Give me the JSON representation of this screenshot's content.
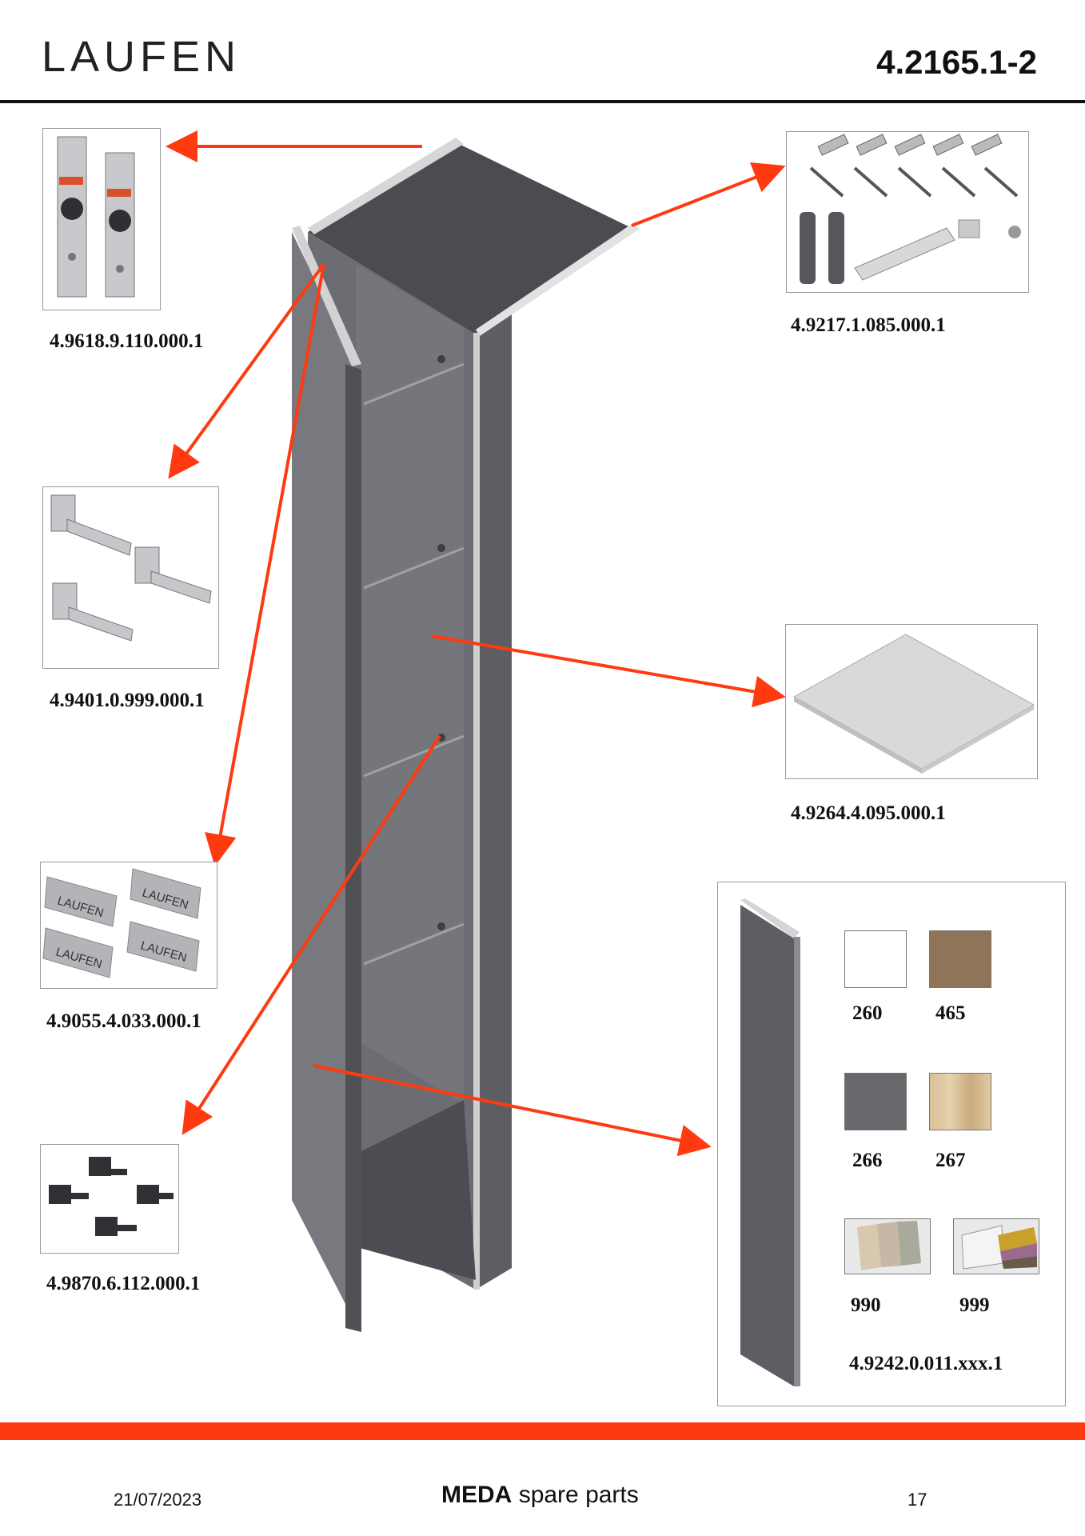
{
  "header": {
    "brand": "LAUFEN",
    "document_number": "4.2165.1-2"
  },
  "parts": [
    {
      "code": "4.9618.9.110.000.1"
    },
    {
      "code": "4.9217.1.085.000.1"
    },
    {
      "code": "4.9401.0.999.000.1"
    },
    {
      "code": "4.9264.4.095.000.1"
    },
    {
      "code": "4.9055.4.033.000.1"
    },
    {
      "code": "4.9870.6.112.000.1"
    }
  ],
  "plate_labels": [
    "LAUFEN",
    "LAUFEN",
    "LAUFEN",
    "LAUFEN"
  ],
  "door_panel": {
    "code": "4.9242.0.011.xxx.1",
    "finishes": [
      {
        "number": "260",
        "color": "#ffffff"
      },
      {
        "number": "465",
        "color": "#8f7458"
      },
      {
        "number": "266",
        "color": "#67686c"
      },
      {
        "number": "267",
        "color": "#d9c098"
      },
      {
        "number": "990"
      },
      {
        "number": "999"
      }
    ]
  },
  "colors": {
    "accent": "#ff3a10",
    "cabinet": "#6a6c71",
    "cabinet_dark": "#4b4d52"
  },
  "footer": {
    "date": "21/07/2023",
    "title_bold": "MEDA",
    "title_rest": "spare parts",
    "page": "17"
  }
}
